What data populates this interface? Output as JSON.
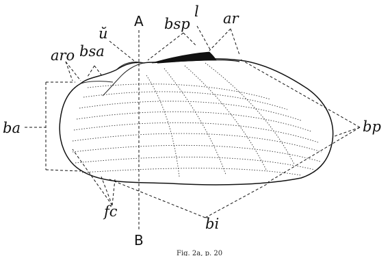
{
  "figure": {
    "caption": "Fig. 2a, p. 20",
    "labels": {
      "A": "A",
      "B": "B",
      "u": "ŭ",
      "l": "l",
      "bsp": "bsp",
      "ar": "ar",
      "aro": "aro",
      "bsa": "bsa",
      "ba": "ba",
      "bp": "bp",
      "fc": "fc",
      "bi": "bi"
    }
  }
}
